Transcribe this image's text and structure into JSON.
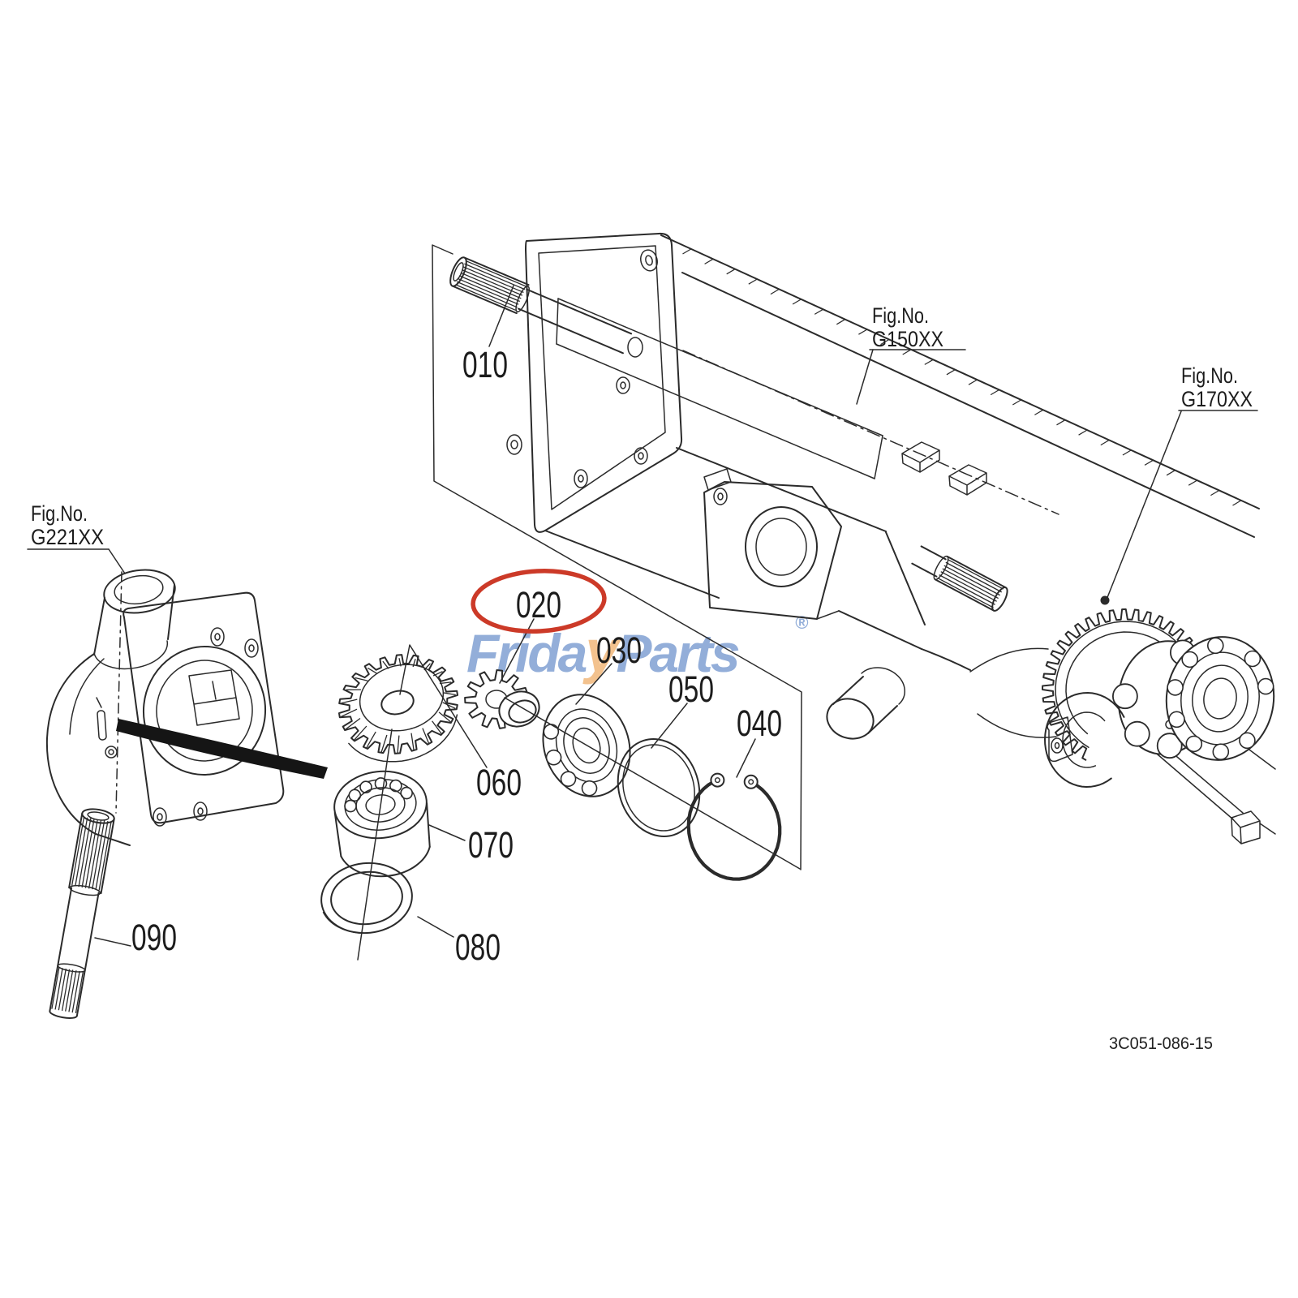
{
  "watermark": {
    "part1": "Frida",
    "part2": "y",
    "part3": "Parts",
    "registered": "®",
    "blue": "#8aa8d6",
    "orange": "#f2bd85"
  },
  "figure_refs": {
    "g150": {
      "line1": "Fig.No.",
      "line2": "G150XX"
    },
    "g170": {
      "line1": "Fig.No.",
      "line2": "G170XX"
    },
    "g221": {
      "line1": "Fig.No.",
      "line2": "G221XX"
    }
  },
  "part_labels": {
    "p010": "010",
    "p020": "020",
    "p030": "030",
    "p040": "040",
    "p050": "050",
    "p060": "060",
    "p070": "070",
    "p080": "080",
    "p090": "090"
  },
  "highlighted_part": "020",
  "drawing_number": "3C051-086-15",
  "colors": {
    "line": "#2b2b2b",
    "highlight_red": "#cc3a28"
  }
}
